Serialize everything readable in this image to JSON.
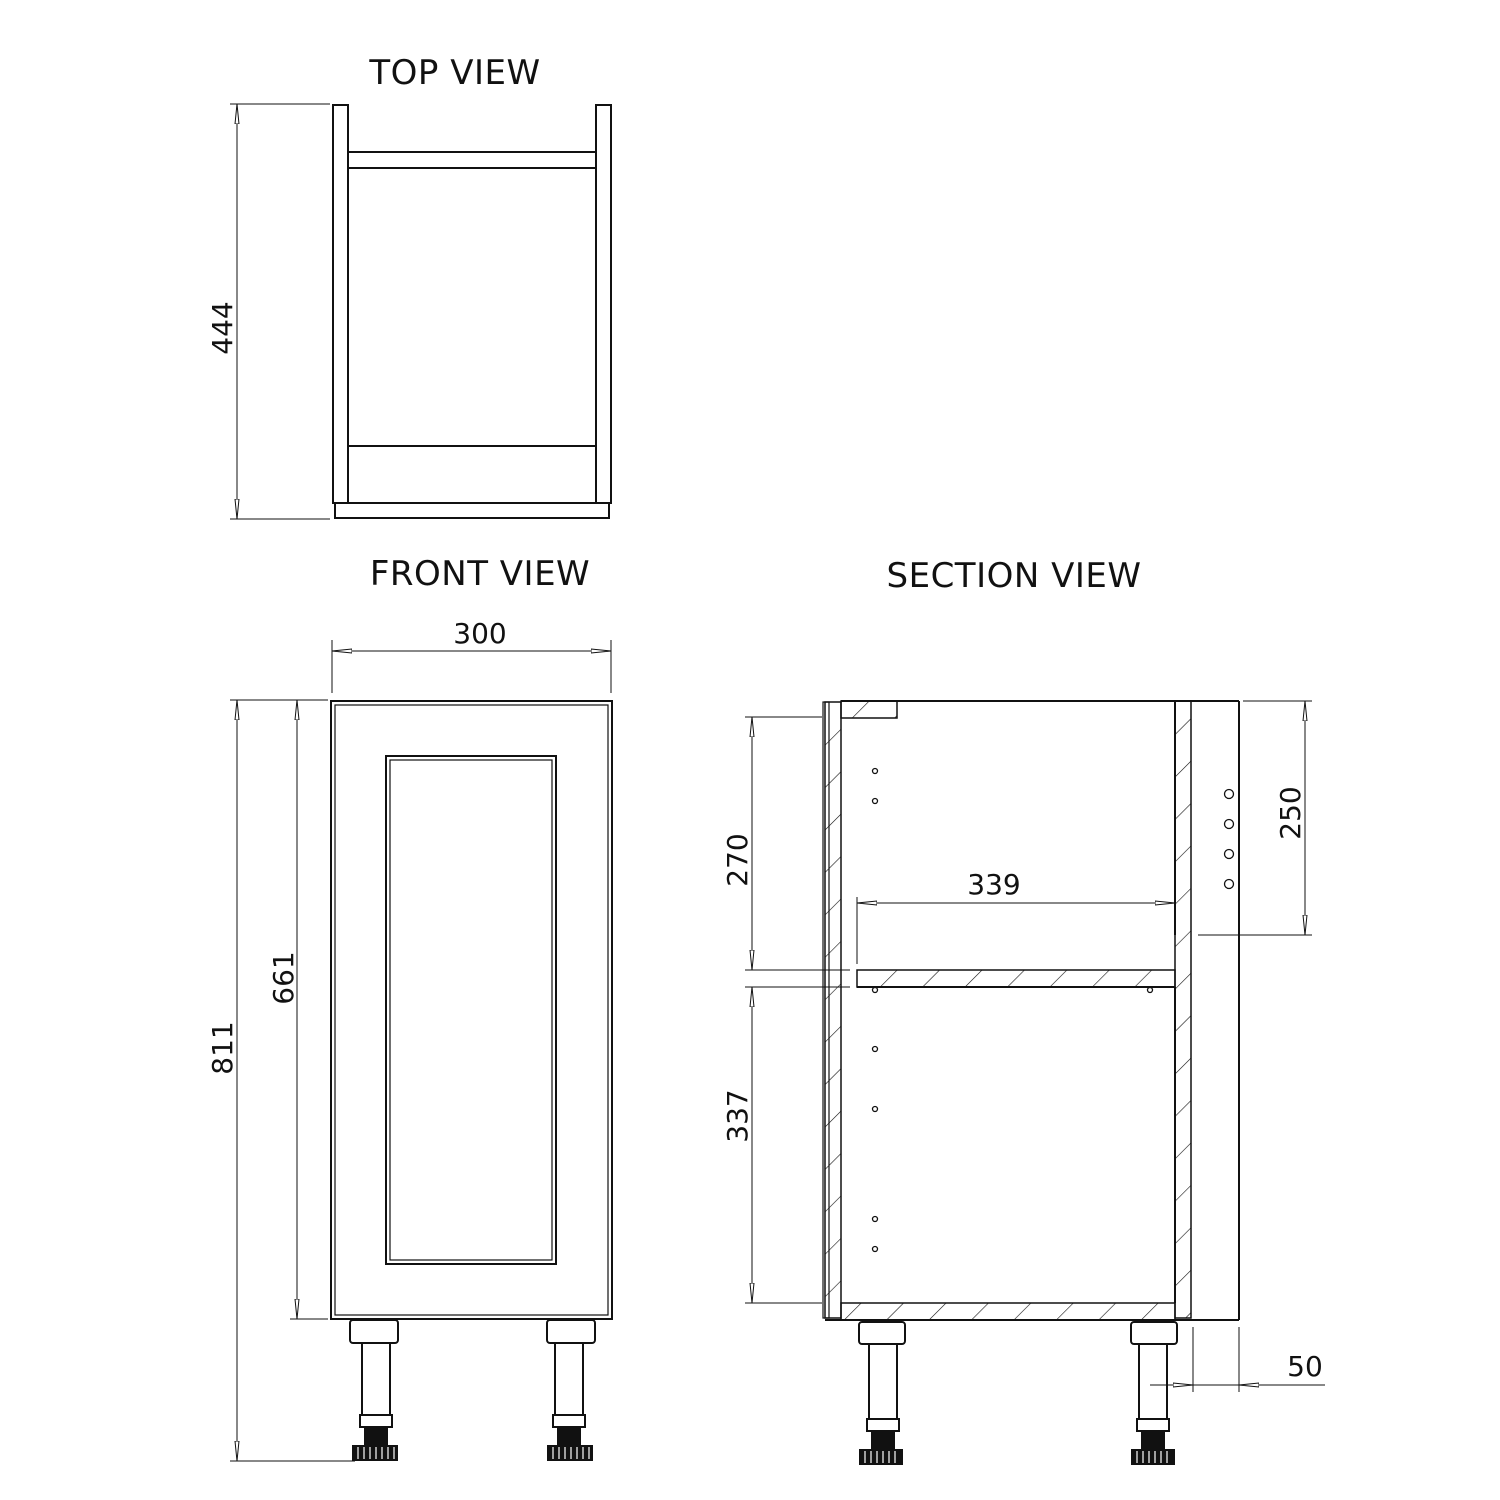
{
  "views": {
    "top": {
      "title": "TOP VIEW",
      "depth_dim": "444"
    },
    "front": {
      "title": "FRONT VIEW",
      "width_dim": "300",
      "overall_height_dim": "811",
      "door_height_dim": "661"
    },
    "section": {
      "title": "SECTION VIEW",
      "upper_space_dim": "270",
      "lower_space_dim": "337",
      "internal_depth_dim": "339",
      "top_rail_dim": "250",
      "leg_setback_dim": "50"
    }
  },
  "colors": {
    "line": "#111111",
    "background": "#ffffff"
  }
}
